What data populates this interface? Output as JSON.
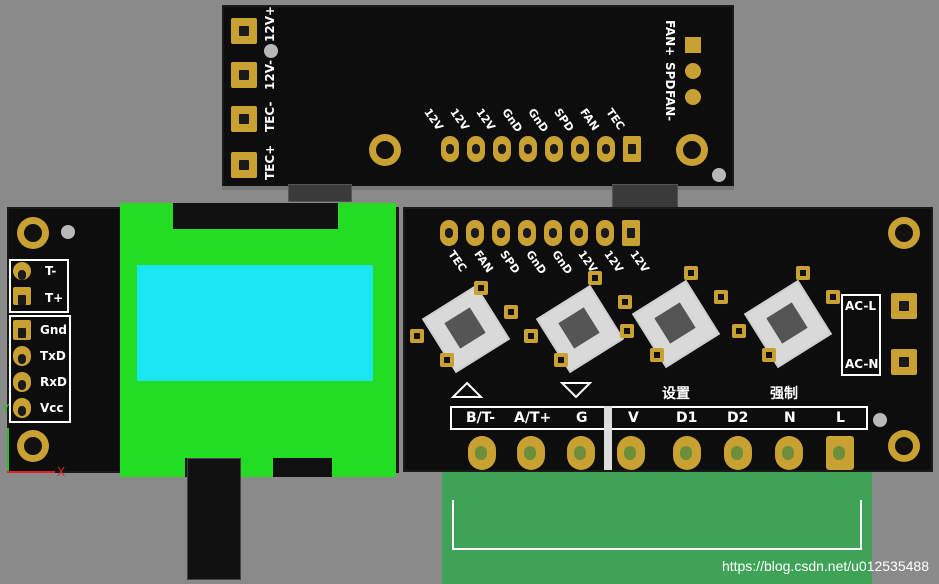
{
  "top_board": {
    "left_pins": [
      "12V+",
      "12V-",
      "TEC-",
      "TEC+"
    ],
    "right_pins": [
      "FAN+",
      "SPD",
      "FAN-"
    ],
    "header_labels": [
      "12V",
      "12V",
      "12V",
      "GnD",
      "GnD",
      "SPD",
      "FAN",
      "TEC"
    ]
  },
  "left_board": {
    "tec_labels": [
      "T-",
      "T+"
    ],
    "uart_labels": [
      "Gnd",
      "TxD",
      "RxD",
      "Vcc"
    ]
  },
  "right_board": {
    "header_labels": [
      "TEC",
      "FAN",
      "SPD",
      "GnD",
      "GnD",
      "12V",
      "12V",
      "12V"
    ],
    "button_labels": [
      "设置",
      "强制"
    ],
    "ac_labels": [
      "AC-L",
      "AC-N"
    ],
    "terminal_labels": [
      "B/T-",
      "A/T+",
      "G",
      "V",
      "D1",
      "D2",
      "N",
      "L"
    ]
  },
  "axis": {
    "x": "X",
    "y": "Y"
  },
  "watermark": "https://blog.csdn.net/u012535488",
  "colors": {
    "pcb": "#0d0d0d",
    "gold": "#c9a133",
    "display_frame": "#22dd22",
    "display_screen": "#19e6f0",
    "terminal_block": "#3ea357"
  }
}
